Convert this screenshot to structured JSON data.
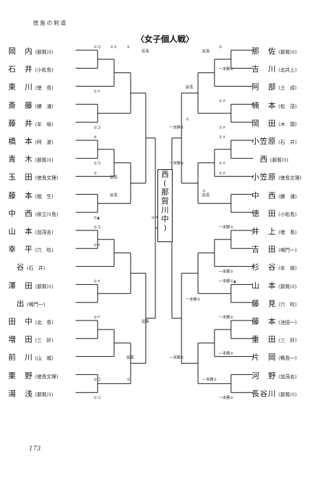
{
  "header": "徳島の剣道",
  "title": "〈女子個人戦〉",
  "page_number": "173",
  "champion": [
    "西",
    "(",
    "那",
    "賀",
    "川",
    "中",
    ")"
  ],
  "left_players": [
    {
      "name": "岡　内",
      "school": "(那賀川)"
    },
    {
      "name": "石　井",
      "school": "(小松島)"
    },
    {
      "name": "東　川",
      "school": "(徳　島)"
    },
    {
      "name": "斎　藤",
      "school": "(勝　浦)"
    },
    {
      "name": "藤　井",
      "school": "(牟　岐)"
    },
    {
      "name": "橋　本",
      "school": "(阿　波)"
    },
    {
      "name": "青　木",
      "school": "(那賀川)"
    },
    {
      "name": "玉　田",
      "school": "(徳島文理)"
    },
    {
      "name": "藤　本",
      "school": "(相　生)"
    },
    {
      "name": "中　西",
      "school": "(県立川島)"
    },
    {
      "name": "山　本",
      "school": "(加茂名)"
    },
    {
      "name": "幸　平",
      "school": "(穴　吹)"
    },
    {
      "name": "　谷",
      "school": "(石　井)"
    },
    {
      "name": "澤　田",
      "school": "(那賀川)"
    },
    {
      "name": "　出",
      "school": "(鳴門一)"
    },
    {
      "name": "田　中",
      "school": "(北　島)"
    },
    {
      "name": "増　田",
      "school": "(三　好)"
    },
    {
      "name": "前　川",
      "school": "(山　城)"
    },
    {
      "name": "栗　野",
      "school": "(徳島文理)"
    },
    {
      "name": "湯　浅",
      "school": "(那賀川)"
    }
  ],
  "right_players": [
    {
      "name": "那　佐",
      "school": "(那賀川)"
    },
    {
      "name": "吉　川",
      "school": "(北井上)"
    },
    {
      "name": "阿　部",
      "school": "(土　成)"
    },
    {
      "name": "楠　本",
      "school": "(松　茂)"
    },
    {
      "name": "岡　田",
      "school": "(木　頭)"
    },
    {
      "name": "小笠原",
      "school": "(石　井)"
    },
    {
      "name": "　西",
      "school": "(那賀川)"
    },
    {
      "name": "小笠原",
      "school": "(徳島文理)"
    },
    {
      "name": "中　西",
      "school": "(勝　浦)"
    },
    {
      "name": "徳　田",
      "school": "(小松島)"
    },
    {
      "name": "井　上",
      "school": "(徳　島)"
    },
    {
      "name": "吉　田",
      "school": "(鳴門一)"
    },
    {
      "name": "杉　谷",
      "school": "(牟　岐)"
    },
    {
      "name": "山　本",
      "school": "(那賀川)"
    },
    {
      "name": "藤　見",
      "school": "(穴　吹)"
    },
    {
      "name": "藤　本",
      "school": "(池田一)"
    },
    {
      "name": "重　田",
      "school": "(三　好)"
    },
    {
      "name": "片　岡",
      "school": "(鴨島一)"
    },
    {
      "name": "河　野",
      "school": "(加茂名)"
    },
    {
      "name": "長谷川",
      "school": "(那賀川)"
    }
  ],
  "annotations": [
    {
      "text": "②コ",
      "side": "L",
      "level": 1,
      "slot": 0,
      "at": "top"
    },
    {
      "text": "②メ",
      "side": "L",
      "level": 2,
      "slot": 0,
      "at": "top"
    },
    {
      "text": "②メ",
      "side": "L",
      "level": 1,
      "slot": 2,
      "at": "bottom"
    },
    {
      "text": "②",
      "side": "L",
      "level": 3,
      "slot": 0,
      "at": "top"
    },
    {
      "text": "②コ",
      "side": "L",
      "level": 1,
      "slot": 4,
      "at": "bottom"
    },
    {
      "text": "延長",
      "side": "L",
      "level": 4,
      "slot": 0,
      "at": "mid"
    },
    {
      "text": "⑥",
      "side": "L",
      "level": 1,
      "slot": 5,
      "at": "top"
    },
    {
      "text": "②コ",
      "side": "L",
      "level": 1,
      "slot": 6,
      "at": "bottom"
    },
    {
      "text": "②",
      "side": "L",
      "level": 1,
      "slot": 7,
      "at": "top"
    },
    {
      "text": "延長",
      "side": "L",
      "level": 2,
      "slot": 7,
      "at": "mid"
    },
    {
      "text": "延長",
      "side": "L",
      "level": 2,
      "slot": 8,
      "at": "mid"
    },
    {
      "text": "②▲",
      "side": "L",
      "level": 1,
      "slot": 9,
      "at": "bottom"
    },
    {
      "text": "②コ",
      "side": "L",
      "level": 1,
      "slot": 10,
      "at": "top"
    },
    {
      "text": "②メ",
      "side": "L",
      "level": 1,
      "slot": 11,
      "at": "top"
    },
    {
      "text": "②メ",
      "side": "L",
      "level": 1,
      "slot": 13,
      "at": "top"
    },
    {
      "text": "②ド",
      "side": "L",
      "level": 1,
      "slot": 15,
      "at": "top"
    },
    {
      "text": "延長",
      "side": "L",
      "level": 4,
      "slot": 15,
      "at": "mid"
    },
    {
      "text": "延長",
      "side": "L",
      "level": 3,
      "slot": 17,
      "at": "mid"
    },
    {
      "text": "②",
      "side": "L",
      "level": 3,
      "slot": 18,
      "at": "bottom"
    },
    {
      "text": "②コ",
      "side": "L",
      "level": 1,
      "slot": 18,
      "at": "bottom"
    },
    {
      "text": "②コ",
      "side": "L",
      "level": 1,
      "slot": 19,
      "at": "bottom"
    },
    {
      "text": "②メ",
      "side": "L",
      "level": 5,
      "slot": 9,
      "at": "bottom"
    },
    {
      "text": "②",
      "side": "R",
      "level": 1,
      "slot": 0,
      "at": "top"
    },
    {
      "text": "一本勝②",
      "side": "R",
      "level": 1,
      "slot": 1,
      "at": "mid"
    },
    {
      "text": "延長",
      "side": "R",
      "level": 2,
      "slot": 0,
      "at": "mid"
    },
    {
      "text": "延長",
      "side": "R",
      "level": 3,
      "slot": 2,
      "at": "mid"
    },
    {
      "text": "②メ",
      "side": "R",
      "level": 1,
      "slot": 3,
      "at": "top"
    },
    {
      "text": "②",
      "side": "R",
      "level": 3,
      "slot": 4,
      "at": "top"
    },
    {
      "text": "②メ",
      "side": "R",
      "level": 1,
      "slot": 4,
      "at": "bottom"
    },
    {
      "text": "一本勝②",
      "side": "R",
      "level": 4,
      "slot": 4,
      "at": "bottom"
    },
    {
      "text": "②メ",
      "side": "R",
      "level": 1,
      "slot": 5,
      "at": "top"
    },
    {
      "text": "②メ",
      "side": "R",
      "level": 1,
      "slot": 6,
      "at": "bottom"
    },
    {
      "text": "②メ",
      "side": "R",
      "level": 1,
      "slot": 7,
      "at": "top"
    },
    {
      "text": "②",
      "side": "R",
      "level": 2,
      "slot": 8,
      "at": "top"
    },
    {
      "text": "延長",
      "side": "R",
      "level": 2,
      "slot": 8,
      "at": "mid"
    },
    {
      "text": "一本勝②",
      "side": "R",
      "level": 4,
      "slot": 6,
      "at": "bottom"
    },
    {
      "text": "一本勝①",
      "side": "R",
      "level": 1,
      "slot": 10,
      "at": "top"
    },
    {
      "text": "一本勝②",
      "side": "R",
      "level": 1,
      "slot": 12,
      "at": "bottom"
    },
    {
      "text": "一本勝②▲",
      "side": "R",
      "level": 1,
      "slot": 13,
      "at": "top"
    },
    {
      "text": "一本勝②",
      "side": "R",
      "level": 3,
      "slot": 14,
      "at": "top"
    },
    {
      "text": "一本勝②",
      "side": "R",
      "level": 1,
      "slot": 15,
      "at": "top"
    },
    {
      "text": "一本勝②",
      "side": "R",
      "level": 1,
      "slot": 17,
      "at": "top"
    },
    {
      "text": "一本勝②",
      "side": "R",
      "level": 4,
      "slot": 17,
      "at": "mid"
    },
    {
      "text": "一本勝②",
      "side": "R",
      "level": 2,
      "slot": 18,
      "at": "bottom"
    },
    {
      "text": "一本勝②",
      "side": "R",
      "level": 1,
      "slot": 19,
      "at": "bottom"
    }
  ]
}
